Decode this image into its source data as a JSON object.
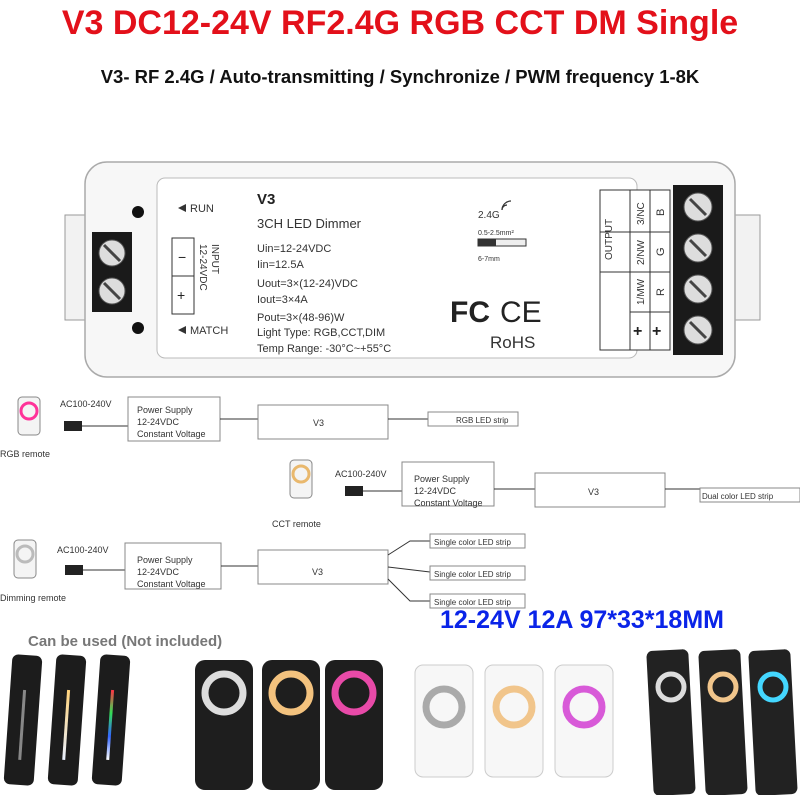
{
  "title": "V3 DC12-24V RF2.4G RGB CCT DM Single",
  "subtitle": "V3- RF 2.4G / Auto-transmitting / Synchronize / PWM frequency 1-8K",
  "device": {
    "model": "V3",
    "name": "3CH LED Dimmer",
    "uin": "Uin=12-24VDC",
    "iin": "Iin=12.5A",
    "uout": "Uout=3×(12-24)VDC",
    "iout": "Iout=3×4A",
    "pout": "Pout=3×(48-96)W",
    "light_type": "Light Type: RGB,CCT,DIM",
    "temp_range": "Temp Range: -30°C~+55°C",
    "run_label": "RUN",
    "match_label": "MATCH",
    "input_label": "INPUT",
    "input_voltage": "12-24VDC",
    "minus": "−",
    "plus": "+",
    "wireless": "2.4G",
    "wire_size": "0.5-2.5mm²",
    "strip_length": "6-7mm",
    "fcc": "FC",
    "ce": "CE",
    "rohs": "RoHS",
    "output_label": "OUTPUT",
    "ch3": "3/NC",
    "ch2": "2/NW",
    "ch1": "1/MW",
    "b": "B",
    "g": "G",
    "r": "R"
  },
  "diagrams": [
    {
      "remote": "RGB remote",
      "ac": "AC100-240V",
      "psu1": "Power Supply",
      "psu2": "12-24VDC",
      "psu3": "Constant Voltage",
      "ctrl": "V3",
      "strips": [
        "RGB LED strip"
      ]
    },
    {
      "remote": "CCT remote",
      "ac": "AC100-240V",
      "psu1": "Power Supply",
      "psu2": "12-24VDC",
      "psu3": "Constant Voltage",
      "ctrl": "V3",
      "strips": [
        "Dual color LED strip"
      ]
    },
    {
      "remote": "Dimming remote",
      "ac": "AC100-240V",
      "psu1": "Power Supply",
      "psu2": "12-24VDC",
      "psu3": "Constant Voltage",
      "ctrl": "V3",
      "strips": [
        "Single color LED strip",
        "Single color LED strip",
        "Single color LED strip"
      ]
    }
  ],
  "specs": "12-24V  12A  97*33*18MM",
  "remotes_note": "Can be used (Not included)",
  "colors": {
    "title": "#e3101a",
    "specs": "#0a24e8"
  }
}
